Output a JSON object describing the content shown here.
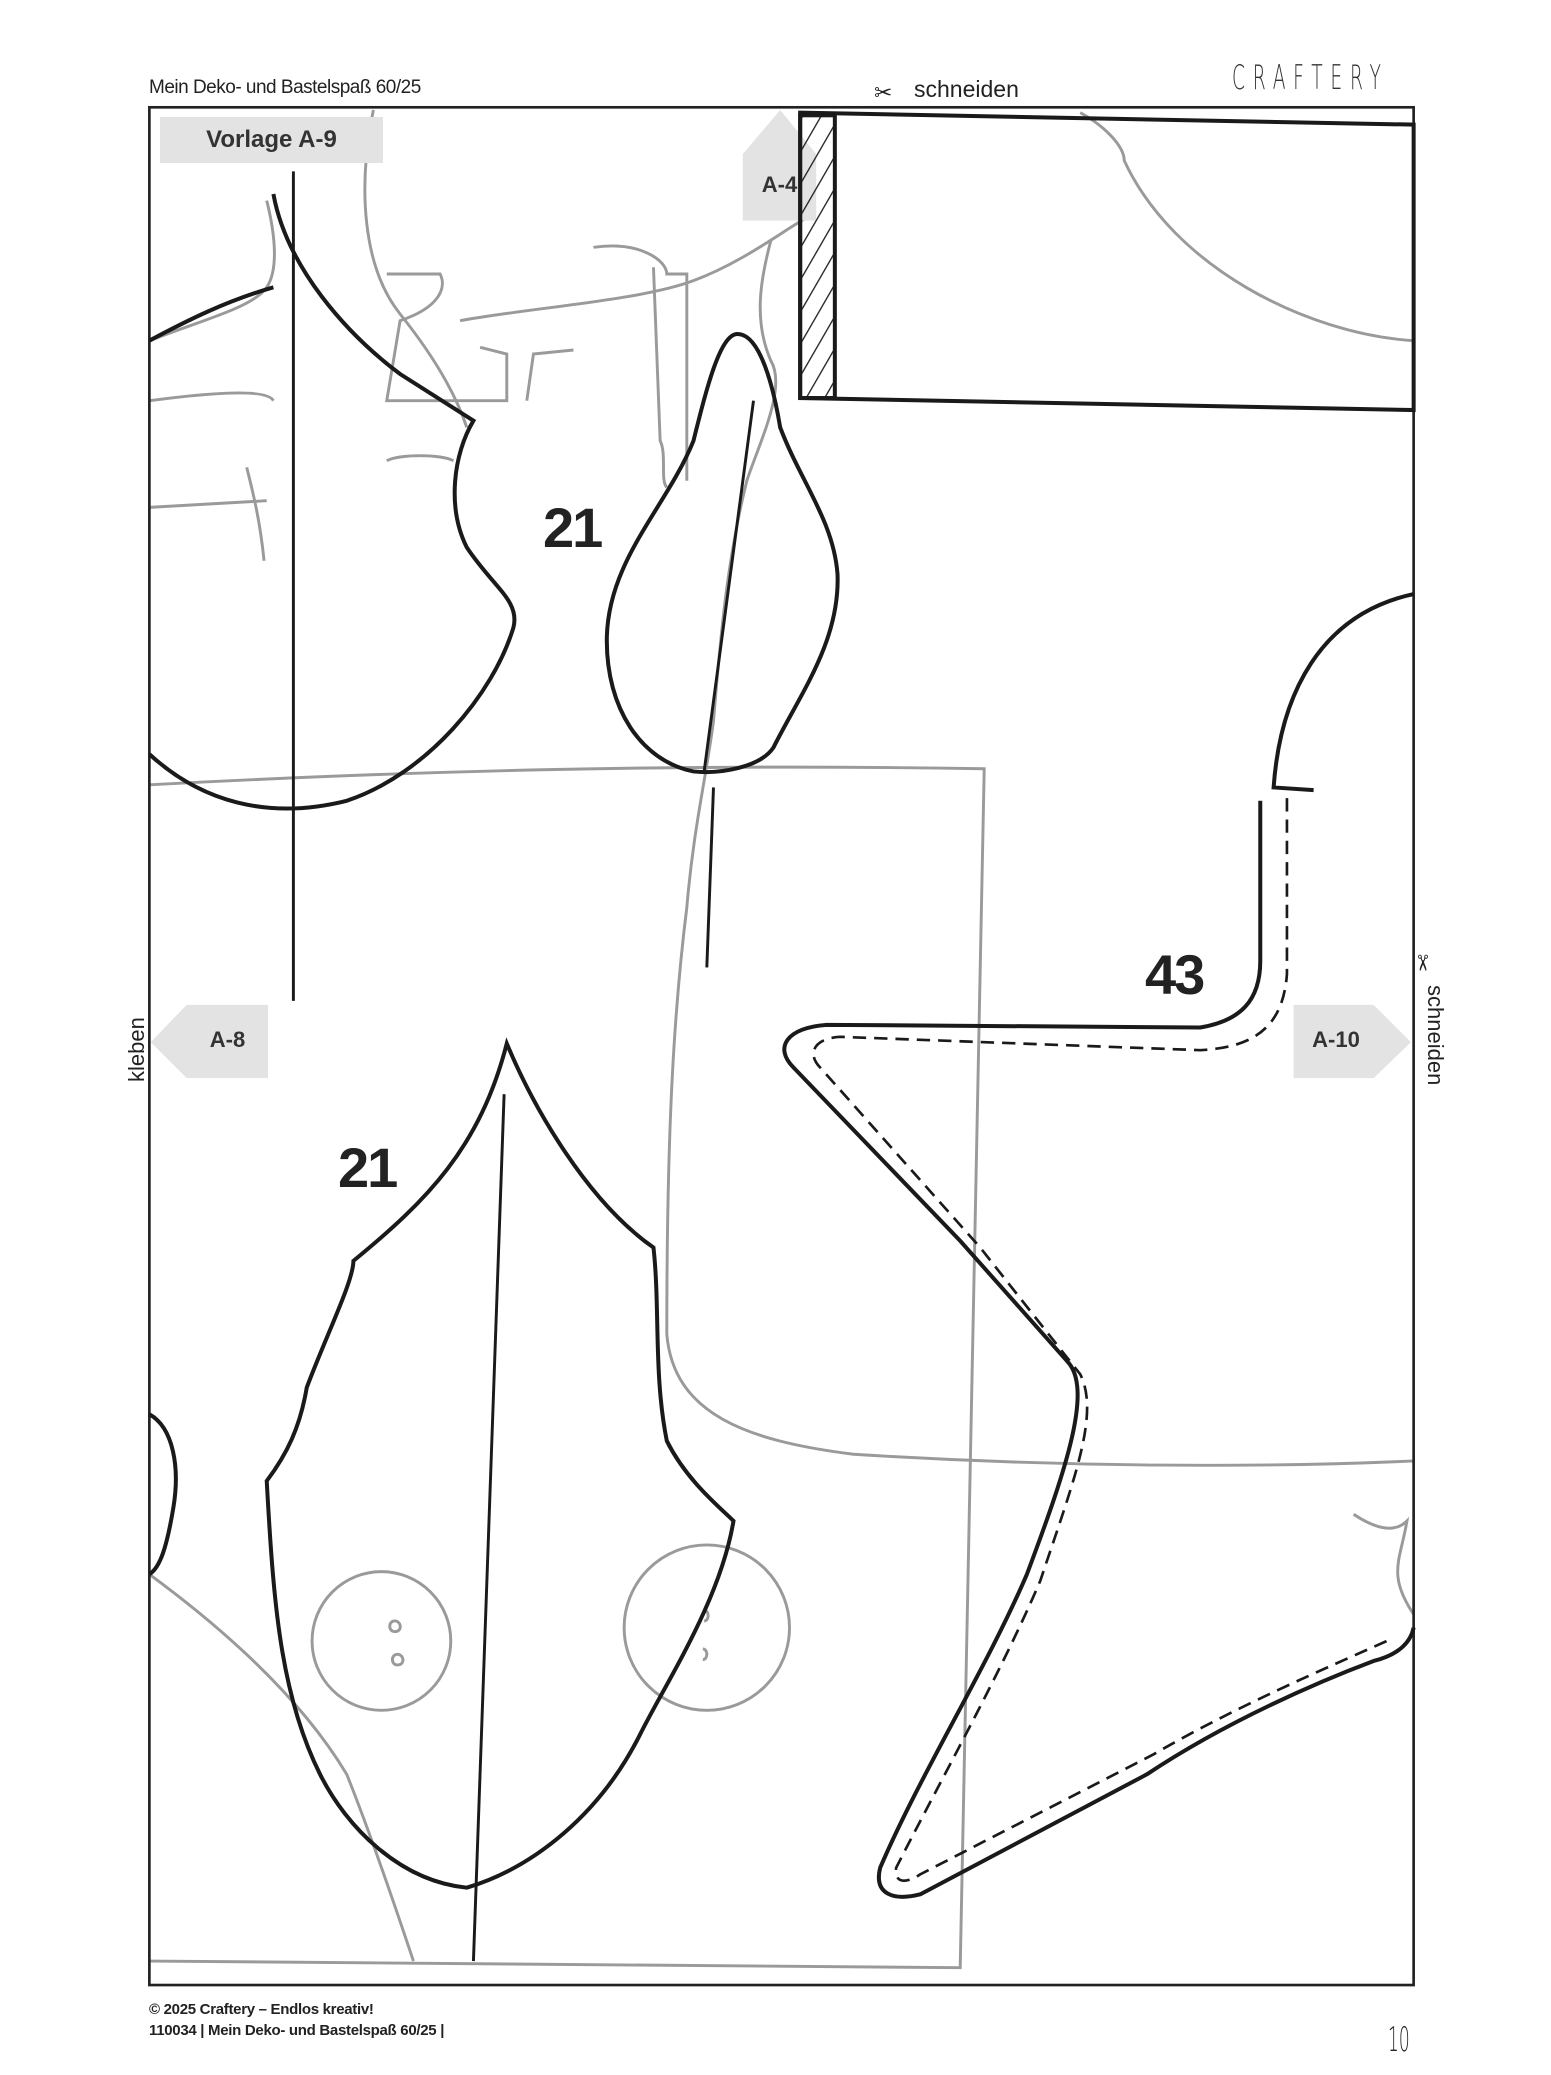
{
  "header": {
    "title": "Mein Deko- und Bastelspaß 60/25",
    "cut_label_top": "schneiden",
    "brand": "CRAFTERY"
  },
  "sheet": {
    "template_label": "Vorlage A-9",
    "nav_up": "A-4",
    "nav_left": "A-8",
    "nav_right": "A-10",
    "glue_label_left": "kleben",
    "cut_label_right": "schneiden",
    "pieces": [
      {
        "number": "21"
      },
      {
        "number": "21"
      },
      {
        "number": "43"
      }
    ]
  },
  "footer": {
    "copyright": "© 2025 Craftery – Endlos kreativ!",
    "issue": "110034 | Mein Deko- und Bastelspaß 60/25 |",
    "page_number": "10"
  },
  "colors": {
    "outline": "#1a1a1a",
    "guide": "#9a9a9a",
    "tab": "#e3e3e3"
  }
}
